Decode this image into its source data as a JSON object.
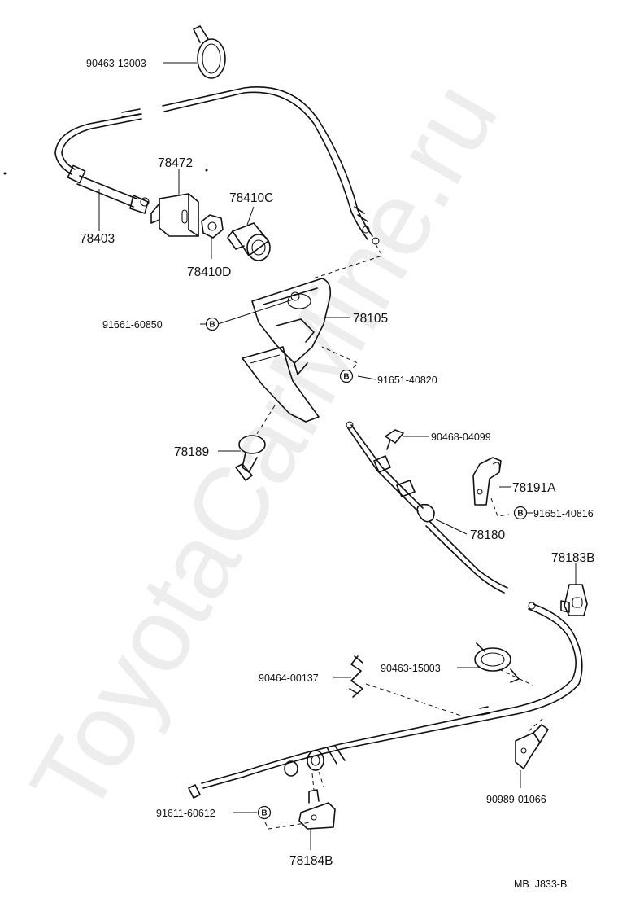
{
  "watermark": "ToyotaCarMine.ru",
  "diagram_code": "MB  J833-B",
  "bolt_badge": "B",
  "labels": {
    "p90463_13003": "90463-13003",
    "p78472": "78472",
    "p78410C": "78410C",
    "p78403": "78403",
    "p78410D": "78410D",
    "p91661_60850": "91661-60850",
    "p78105": "78105",
    "p91651_40820": "91651-40820",
    "p90468_04099": "90468-04099",
    "p78189": "78189",
    "p78191A": "78191A",
    "p91651_40816": "91651-40816",
    "p78180": "78180",
    "p78183B": "78183B",
    "p90464_00137": "90464-00137",
    "p90463_15003": "90463-15003",
    "p90989_01066": "90989-01066",
    "p91611_60612": "91611-60612",
    "p78184B": "78184B"
  }
}
